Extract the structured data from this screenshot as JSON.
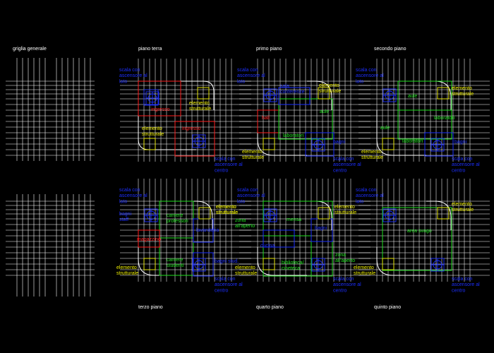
{
  "titles": {
    "grid": "griglia generale",
    "ground": "piano terra",
    "first": "primo piano",
    "second": "secondo piano",
    "third": "terzo piano",
    "fourth": "quarto piano",
    "fifth": "quinto piano"
  },
  "labels": {
    "stairs_left": [
      "scala con",
      "ascensore al",
      "lato"
    ],
    "stairs_center": [
      "scala con",
      "ascensore al",
      "centro"
    ],
    "structural": [
      "elemento",
      "strutturale"
    ],
    "entrance": "ingresso",
    "hall": "hall",
    "meeting": [
      "sala",
      "conferenze"
    ],
    "classrooms": "aule",
    "labs": "laboratori",
    "wc": "bagni",
    "wc_staff": [
      "bagni",
      "staff"
    ],
    "staff_room": [
      "camere",
      "professori"
    ],
    "student_room": [
      "camere",
      "studenti"
    ],
    "laundry": "lavanderia",
    "storage": "magazzino",
    "student_wc": "bagni stud.",
    "outdoor": [
      "zona",
      "all'aperto"
    ],
    "canteen": "mensa",
    "cooking": "cucina",
    "library": [
      "biblioteca/",
      "cineteca"
    ],
    "leisure": "area svago"
  },
  "colors": {
    "background": "#000000",
    "grid": "#ffffff",
    "stairs": "#1c2fff",
    "structure": "#f0f000",
    "entry": "#ff2020",
    "spaces": "#20e020"
  }
}
